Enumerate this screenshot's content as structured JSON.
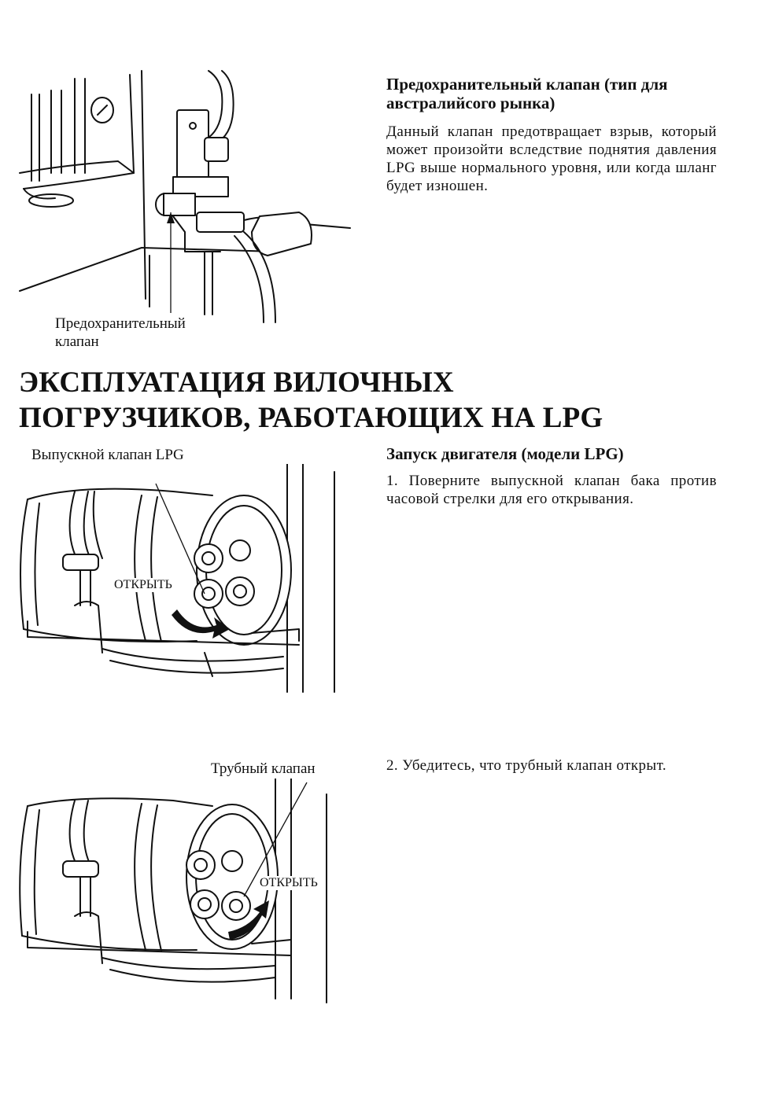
{
  "safety_valve_section": {
    "heading": "Предохранительный клапан (тип для австралийсого рынка)",
    "body": "Данный клапан предотвращает взрыв, который может произойти вследствие поднятия давления LPG выше нормального уровня, или когда шланг будет изношен.",
    "figure_caption": "Предохранительный клапан"
  },
  "main_title": {
    "line1": "ЭКСПЛУАТАЦИЯ ВИЛОЧНЫХ",
    "line2": "ПОГРУЗЧИКОВ, РАБОТАЮЩИХ НА LPG"
  },
  "engine_start_section": {
    "heading": "Запуск двигателя (модели LPG)",
    "step1": "1. Поверните выпускной клапан бака против часовой стрелки для его открывания.",
    "step2": "2. Убедитесь, что трубный клапан открыт.",
    "figure1_label": "Выпускной клапан LPG",
    "figure1_open": "ОТКРЫТЬ",
    "figure2_label": "Трубный клапан",
    "figure2_open": "ОТКРЫТЬ"
  }
}
